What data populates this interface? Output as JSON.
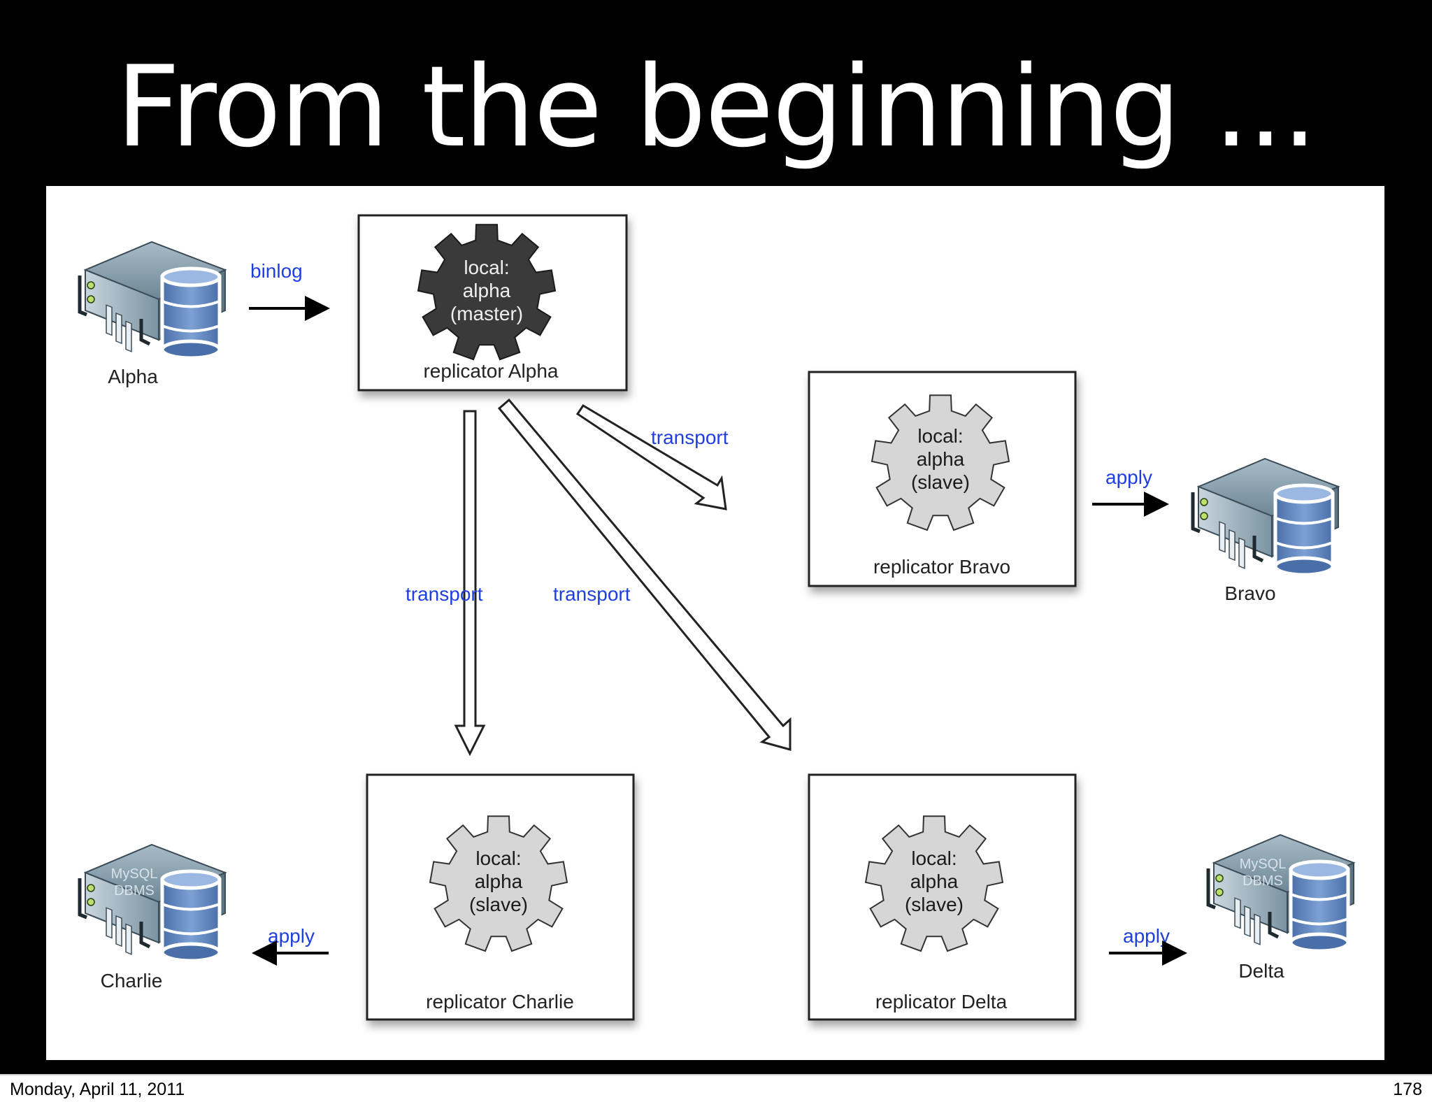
{
  "slide": {
    "title": "From the beginning ..."
  },
  "diagram": {
    "master": {
      "server_label": "Alpha",
      "edge_label": "binlog",
      "replicator_title": "replicator Alpha",
      "gear_lines": [
        "local:",
        "alpha",
        "(master)"
      ]
    },
    "slaves": [
      {
        "id": "bravo",
        "server_label": "Bravo",
        "replicator_title": "replicator Bravo",
        "gear_lines": [
          "local:",
          "alpha",
          "(slave)"
        ],
        "transport_label": "transport",
        "apply_label": "apply",
        "server_text": []
      },
      {
        "id": "charlie",
        "server_label": "Charlie",
        "replicator_title": "replicator Charlie",
        "gear_lines": [
          "local:",
          "alpha",
          "(slave)"
        ],
        "transport_label": "transport",
        "apply_label": "apply",
        "server_text": [
          "MySQL",
          "DBMS"
        ]
      },
      {
        "id": "delta",
        "server_label": "Delta",
        "replicator_title": "replicator Delta",
        "gear_lines": [
          "local:",
          "alpha",
          "(slave)"
        ],
        "transport_label": "transport",
        "apply_label": "apply",
        "server_text": [
          "MySQL",
          "DBMS"
        ]
      }
    ],
    "colors": {
      "edge_label": "#1f3fe0",
      "master_gear": "#3a3a3a",
      "slave_gear": "#d6d6d6"
    }
  },
  "footer": {
    "date": "Monday, April 11, 2011",
    "page_number": "178"
  }
}
